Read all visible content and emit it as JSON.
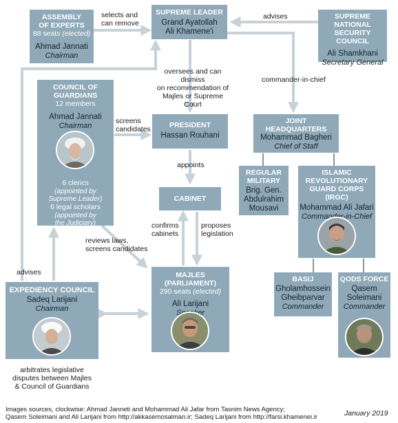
{
  "colors": {
    "box": "#8fa9b8",
    "arrow": "#c6d1d8",
    "line": "#4a5a66"
  },
  "assembly": {
    "title1": "ASSEMBLY",
    "title2": "OF EXPERTS",
    "seats_num": "88 seats",
    "seats_note": "(elected)",
    "name": "Ahmad Jannati",
    "role": "Chairman"
  },
  "supreme": {
    "title": "SUPREME LEADER",
    "name1": "Grand Ayatollah",
    "name2": "Ali Khamene'i"
  },
  "snsc": {
    "title1": "SUPREME",
    "title2": "NATIONAL",
    "title3": "SECURITY COUNCIL",
    "name": "Ali Shamkhani",
    "role": "Secretary General"
  },
  "guardians": {
    "title1": "COUNCIL OF",
    "title2": "GUARDIANS",
    "members": "12 members",
    "name": "Ahmad Jannati",
    "role": "Chairman",
    "clerics": "6 clerics",
    "clerics_note1": "(appointed by",
    "clerics_note2": "Supreme Leader)",
    "scholars": "6 legal scholars",
    "scholars_note1": "(appointed by",
    "scholars_note2": "the Judiciary)"
  },
  "president": {
    "title": "PRESIDENT",
    "name": "Hassan Rouhani"
  },
  "cabinet": {
    "title": "CABINET"
  },
  "majles": {
    "title": "MAJLES (PARLIAMENT)",
    "seats_num": "290 seats",
    "seats_note": "(elected)",
    "name": "Ali Larijani",
    "role": "Speaker"
  },
  "expediency": {
    "title": "EXPEDIENCY COUNCIL",
    "name": "Sadeq Larijani",
    "role": "Chairman"
  },
  "jhq": {
    "title1": "JOINT",
    "title2": "HEADQUARTERS",
    "name": "Mohammad Bagheri",
    "role": "Chief of Staff"
  },
  "regular": {
    "title1": "REGULAR",
    "title2": "MILITARY",
    "name1": "Brig. Gen.",
    "name2": "Abdulrahim",
    "name3": "Mousavi"
  },
  "irgc": {
    "title1": "ISLAMIC",
    "title2": "REVOLUTIONARY",
    "title3": "GUARD CORPS (IRGC)",
    "name": "Mohammad Ali Jafari",
    "role": "Commander-in-Chief"
  },
  "basij": {
    "title": "BASIJ",
    "name1": "Gholamhossein",
    "name2": "Gheibparvar",
    "role": "Commander"
  },
  "qods": {
    "title": "QODS FORCE",
    "name1": "Qasem",
    "name2": "Soleimani",
    "role": "Commander"
  },
  "labels": {
    "selects1": "selects and",
    "selects2": "can remove",
    "advises_top": "advises",
    "oversees1": "oversees and can dismiss",
    "oversees2": "on recommendation of",
    "oversees3": "Majles or Supreme Court",
    "cinc": "commander-in-chief",
    "screens1": "screens",
    "screens2": "candidates",
    "appoints": "appoints",
    "confirms1": "confirms",
    "confirms2": "cabinets",
    "proposes1": "proposes",
    "proposes2": "legislation",
    "reviews1": "reviews laws,",
    "reviews2": "screens candidates",
    "advises_left": "advises",
    "arb1": "arbitrates legislative",
    "arb2": "disputes between Majles",
    "arb3": "& Council of Guardians"
  },
  "footer": {
    "src1": "Images sources, clockwise: Ahmad Janneti and Mohammad Ali Jafar from Tasnim News Agency;",
    "src2": "Qasem Soleimani and Ali Larijani from http://akkasemosalman.ir; Sadeq Larijani from http://farsi.khamenei.ir",
    "date": "January 2019"
  }
}
